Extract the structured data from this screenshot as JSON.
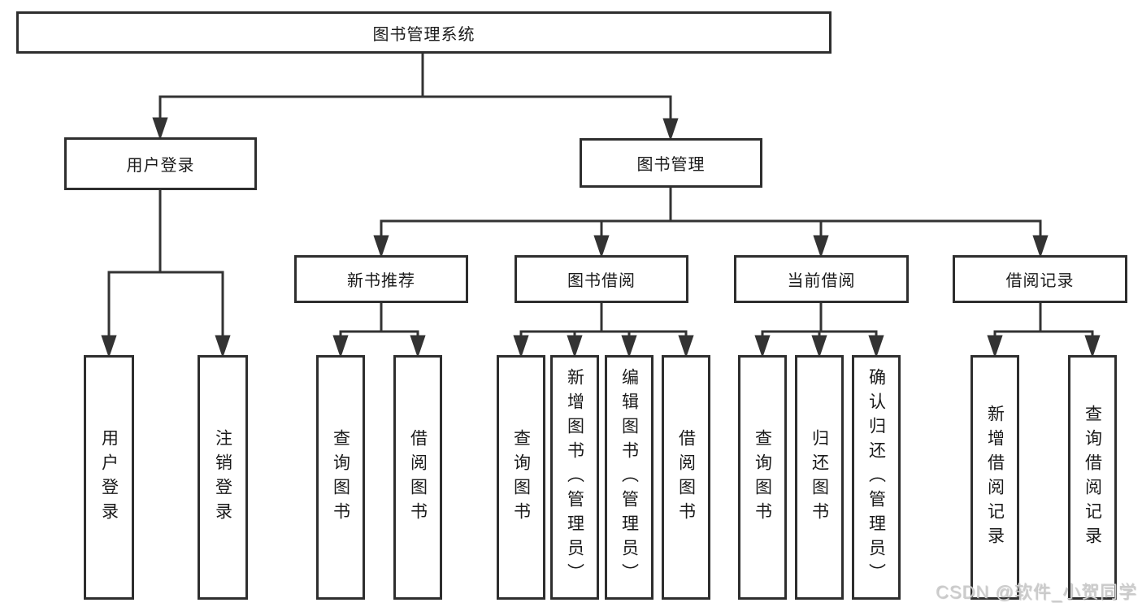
{
  "nodes": {
    "root": {
      "label": "图书管理系统"
    },
    "user_login": {
      "label": "用户登录"
    },
    "book_mgmt": {
      "label": "图书管理"
    },
    "new_books": {
      "label": "新书推荐"
    },
    "book_borrow": {
      "label": "图书借阅"
    },
    "current_borrow": {
      "label": "当前借阅"
    },
    "borrow_records": {
      "label": "借阅记录"
    },
    "leaf_user_login": {
      "label": "用户登录"
    },
    "leaf_logout": {
      "label": "注销登录"
    },
    "leaf_query_books_recommend": {
      "label": "查询图书"
    },
    "leaf_borrow_books_recommend": {
      "label": "借阅图书"
    },
    "leaf_query_books_borrow": {
      "label": "查询图书"
    },
    "leaf_add_books_admin": {
      "label": "新增图书（管理员）"
    },
    "leaf_edit_books_admin": {
      "label": "编辑图书（管理员）"
    },
    "leaf_borrow_books_borrow": {
      "label": "借阅图书"
    },
    "leaf_query_books_current": {
      "label": "查询图书"
    },
    "leaf_return_books": {
      "label": "归还图书"
    },
    "leaf_confirm_return_admin": {
      "label": "确认归还（管理员）"
    },
    "leaf_add_borrow_record": {
      "label": "新增借阅记录"
    },
    "leaf_query_borrow_record": {
      "label": "查询借阅记录"
    }
  },
  "structure": {
    "root": "图书管理系统",
    "children": [
      {
        "label": "用户登录",
        "children": [
          "用户登录",
          "注销登录"
        ]
      },
      {
        "label": "图书管理",
        "children": [
          {
            "label": "新书推荐",
            "children": [
              "查询图书",
              "借阅图书"
            ]
          },
          {
            "label": "图书借阅",
            "children": [
              "查询图书",
              "新增图书（管理员）",
              "编辑图书（管理员）",
              "借阅图书"
            ]
          },
          {
            "label": "当前借阅",
            "children": [
              "查询图书",
              "归还图书",
              "确认归还（管理员）"
            ]
          },
          {
            "label": "借阅记录",
            "children": [
              "新增借阅记录",
              "查询借阅记录"
            ]
          }
        ]
      }
    ]
  },
  "watermark": {
    "text": "CSDN @软件_小贺同学"
  },
  "colors": {
    "line": "#333333",
    "border": "#2e2e2e",
    "background": "#ffffff",
    "text": "#1a1a1a",
    "watermark": "#cdcdcd"
  }
}
